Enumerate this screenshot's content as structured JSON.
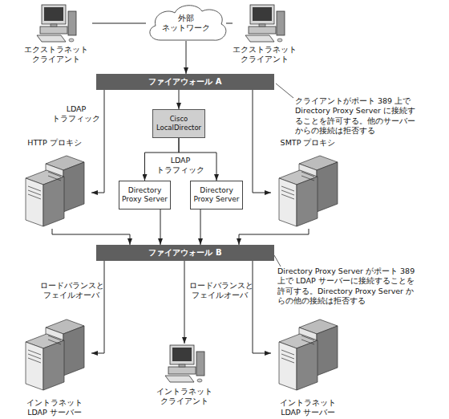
{
  "diagram": {
    "nodes": [
      {
        "text": [
          "エクストラネット クライアント"
        ]
      },
      {
        "text": [
          "外部 ネットワーク"
        ]
      },
      {
        "text": [
          "エクストラネット クライアント"
        ]
      },
      {
        "text": [
          "ファイアウォール A"
        ]
      },
      {
        "text": [
          "HTTP プロキシ"
        ]
      },
      {
        "text": [
          "Cisco LocalDirector"
        ]
      },
      {
        "text": [
          "SMTP プロキシ"
        ]
      },
      {
        "text": [
          "Directory Proxy Server"
        ]
      },
      {
        "text": [
          "Directory Proxy Server"
        ]
      },
      {
        "text": [
          "ファイアウォール B"
        ]
      },
      {
        "text": [
          "イントラネット LDAP サーバー"
        ]
      },
      {
        "text": [
          "イントラネット クライアント"
        ]
      },
      {
        "text": [
          "イントラネット LDAP サーバー"
        ]
      }
    ],
    "edges": [
      {
        "from": 0,
        "to": 1,
        "arrow": "none"
      },
      {
        "from": 2,
        "to": 1,
        "arrow": "none"
      },
      {
        "from": 1,
        "to": 3,
        "arrow": "to"
      },
      {
        "from": 3,
        "to": 4,
        "label": "LDAP トラフィック",
        "arrow": "to"
      },
      {
        "from": 3,
        "to": 5,
        "arrow": "to"
      },
      {
        "from": 3,
        "to": 6,
        "arrow": "to"
      },
      {
        "from": 5,
        "to": 7,
        "label": "LDAP トラフィック",
        "arrow": "to"
      },
      {
        "from": 5,
        "to": 8,
        "arrow": "to"
      },
      {
        "from": 4,
        "to": 9,
        "arrow": "to"
      },
      {
        "from": 7,
        "to": 9,
        "arrow": "to"
      },
      {
        "from": 8,
        "to": 9,
        "arrow": "to"
      },
      {
        "from": 6,
        "to": 9,
        "arrow": "to"
      },
      {
        "from": 9,
        "to": 10,
        "label": "ロードバランスと フェイルオーバ",
        "arrow": "to"
      },
      {
        "from": 9,
        "to": 11,
        "label": "ロードバランスと フェイルオーバ",
        "arrow": "to"
      },
      {
        "from": 9,
        "to": 12,
        "arrow": "to"
      }
    ],
    "labels": [
      "クライアントがポート 389 上で Directory Proxy Server に接続することを許可する。他のサーバーからの接続は拒否する",
      "Directory Proxy Server がポート 389 上で LDAP サーバーに接続することを許可する。Directory Proxy Server からの他の接続は拒否する"
    ]
  }
}
